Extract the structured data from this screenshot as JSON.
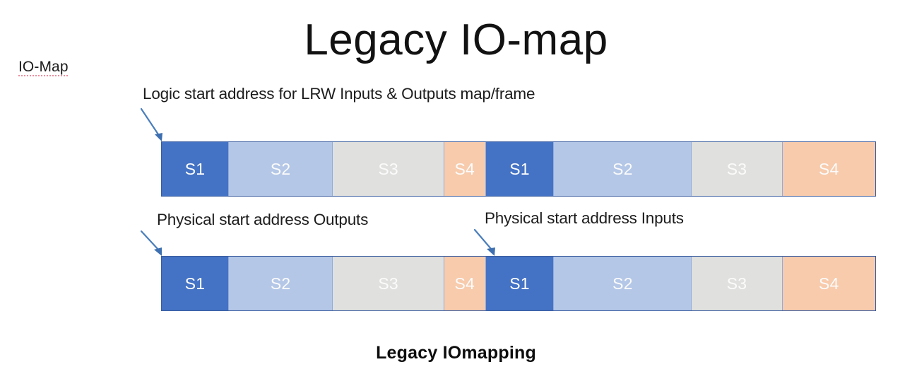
{
  "slide": {
    "corner_label": "IO-Map",
    "title": "Legacy IO-map",
    "caption": "Legacy IOmapping"
  },
  "annotations": {
    "logic_start": "Logic start address for LRW Inputs & Outputs map/frame",
    "physical_outputs": "Physical start address Outputs",
    "physical_inputs": "Physical start address Inputs"
  },
  "colors": {
    "s1": "#4472C4",
    "s2": "#B4C7E7",
    "s3": "#E0E0DE",
    "s4": "#F7CBAC",
    "border": "#3B5EA0",
    "arrow": "#4A7EBB",
    "title_text": "#121212",
    "segment_text": "#FFFFFF"
  },
  "diagram": {
    "rows": [
      {
        "name": "logic-map-row",
        "segments": [
          {
            "label": "S1",
            "color_key": "s1",
            "width_pct": 9.4
          },
          {
            "label": "S2",
            "color_key": "s2",
            "width_pct": 14.6
          },
          {
            "label": "S3",
            "color_key": "s3",
            "width_pct": 15.6
          },
          {
            "label": "S4",
            "color_key": "s4",
            "width_pct": 5.8
          },
          {
            "label": "S1",
            "color_key": "s1",
            "width_pct": 9.6
          },
          {
            "label": "S2",
            "color_key": "s2",
            "width_pct": 19.3
          },
          {
            "label": "S3",
            "color_key": "s3",
            "width_pct": 12.7
          },
          {
            "label": "S4",
            "color_key": "s4",
            "width_pct": 13.0
          }
        ]
      },
      {
        "name": "physical-map-row",
        "segments": [
          {
            "label": "S1",
            "color_key": "s1",
            "width_pct": 9.4
          },
          {
            "label": "S2",
            "color_key": "s2",
            "width_pct": 14.6
          },
          {
            "label": "S3",
            "color_key": "s3",
            "width_pct": 15.6
          },
          {
            "label": "S4",
            "color_key": "s4",
            "width_pct": 5.8
          },
          {
            "label": "S1",
            "color_key": "s1",
            "width_pct": 9.6
          },
          {
            "label": "S2",
            "color_key": "s2",
            "width_pct": 19.3
          },
          {
            "label": "S3",
            "color_key": "s3",
            "width_pct": 12.7
          },
          {
            "label": "S4",
            "color_key": "s4",
            "width_pct": 13.0
          }
        ]
      }
    ]
  }
}
